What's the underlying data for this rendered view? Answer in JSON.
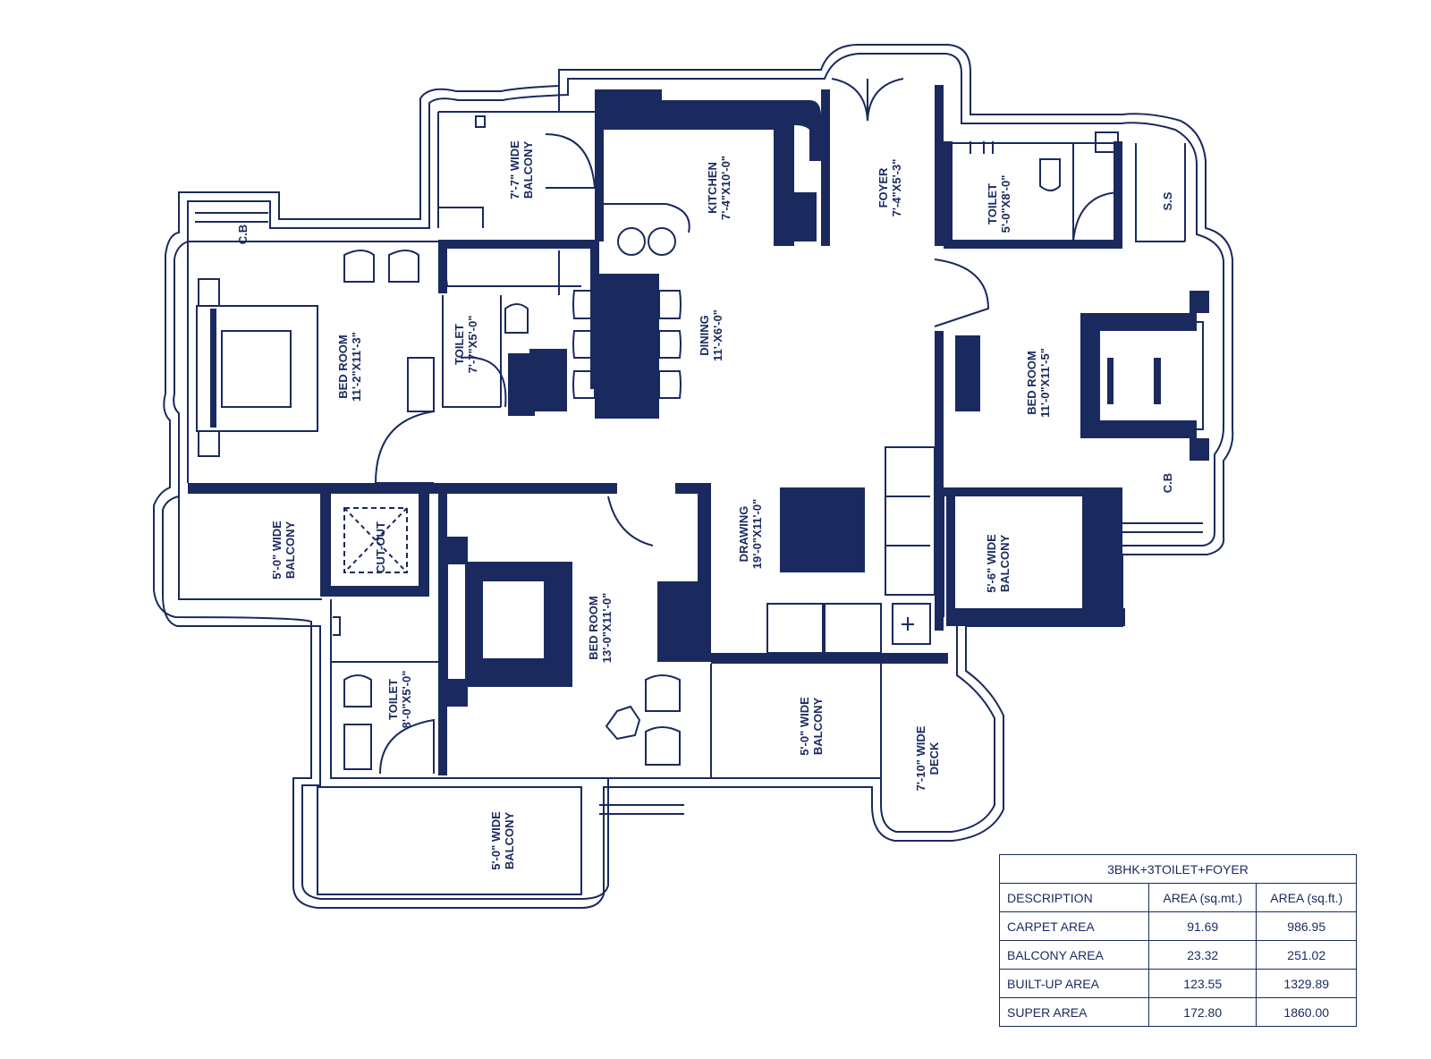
{
  "colors": {
    "ink": "#1a2a5e",
    "background": "#ffffff"
  },
  "rooms": {
    "balcony_kitchen": [
      "7'-7\" WIDE",
      "BALCONY"
    ],
    "kitchen": [
      "KITCHEN",
      "7'-4\"X10'-0\""
    ],
    "foyer": [
      "FOYER",
      "7'-4\"X5'-3\""
    ],
    "toilet_right": [
      "TOILET",
      "5'-0\"X8'-0\""
    ],
    "ss": "S.S",
    "cb_left": "C.B",
    "bedroom_left": [
      "BED ROOM",
      "11'-2\"X11'-3\""
    ],
    "toilet_middle": [
      "TOILET",
      "7'-7\"X5'-0\""
    ],
    "dining": [
      "DINING",
      "11'-X6'-0\""
    ],
    "bedroom_right": [
      "BED ROOM",
      "11'-0\"X11'-5\""
    ],
    "cb_right": "C.B",
    "balcony_left": [
      "5'-0\" WIDE",
      "BALCONY"
    ],
    "cutout": "CUT-OUT",
    "bedroom_bottom": [
      "BED ROOM",
      "13'-0\"X11'-0\""
    ],
    "drawing": [
      "DRAWING",
      "19'-0\"X11'-0\""
    ],
    "balcony_right": [
      "5'-6\" WIDE",
      "BALCONY"
    ],
    "toilet_bottom": [
      "TOILET",
      "8'-0\"X5'-0\""
    ],
    "balcony_drawing": [
      "5'-0\" WIDE",
      "BALCONY"
    ],
    "deck": [
      "7'-10\" WIDE",
      "DECK"
    ],
    "balcony_bottom": [
      "5'-0\" WIDE",
      "BALCONY"
    ]
  },
  "area_table": {
    "title": "3BHK+3TOILET+FOYER",
    "headers": [
      "DESCRIPTION",
      "AREA (sq.mt.)",
      "AREA (sq.ft.)"
    ],
    "rows": [
      [
        "CARPET AREA",
        "91.69",
        "986.95"
      ],
      [
        "BALCONY AREA",
        "23.32",
        "251.02"
      ],
      [
        "BUILT-UP AREA",
        "123.55",
        "1329.89"
      ],
      [
        "SUPER AREA",
        "172.80",
        "1860.00"
      ]
    ]
  }
}
